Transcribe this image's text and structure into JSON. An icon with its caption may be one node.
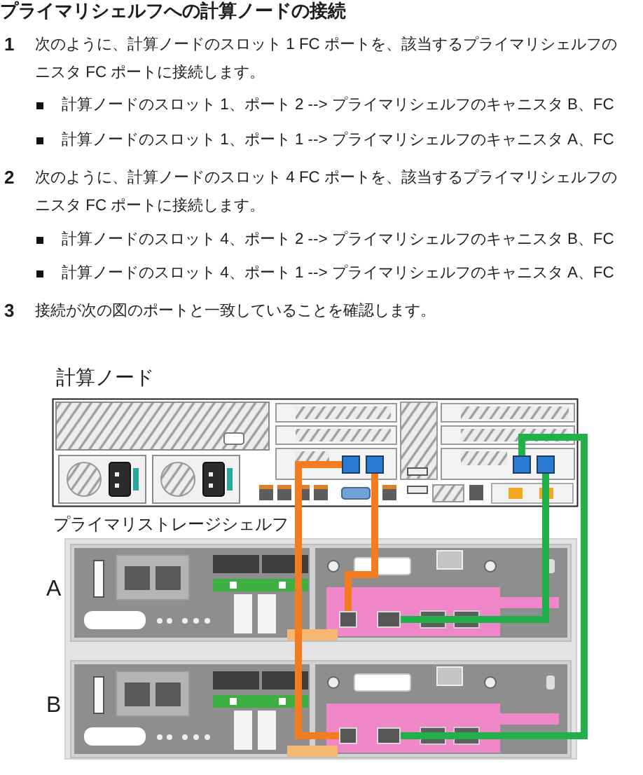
{
  "diagram": {
    "title": "プライマリシェルフへの計算ノードの接続",
    "nodes": [
      {
        "text": [
          "計算ノード"
        ]
      },
      {
        "text": [],
        "shape": "box",
        "in": 0
      },
      {
        "text": [],
        "shape": "box",
        "in": 0
      },
      {
        "text": [],
        "shape": "box",
        "in": 0
      },
      {
        "text": [],
        "shape": "box",
        "in": 0
      },
      {
        "text": [
          "プライマリストレージシェルフ"
        ]
      },
      {
        "text": [
          "A"
        ],
        "in": 5
      },
      {
        "text": [],
        "shape": "box",
        "in": 6
      },
      {
        "text": [],
        "shape": "box",
        "in": 6
      },
      {
        "text": [
          "B"
        ],
        "in": 5
      },
      {
        "text": [],
        "shape": "box",
        "in": 9
      },
      {
        "text": [],
        "shape": "box",
        "in": 9
      }
    ],
    "edges": [
      {
        "from": 1,
        "to": 10,
        "arrow": "none",
        "color": "#f47b20"
      },
      {
        "from": 2,
        "to": 7,
        "arrow": "none",
        "color": "#f47b20"
      },
      {
        "from": 3,
        "to": 11,
        "arrow": "none",
        "color": "#22b04b"
      },
      {
        "from": 4,
        "to": 8,
        "arrow": "none",
        "color": "#22b04b"
      }
    ],
    "labels": [
      "1",
      "次のように、計算ノードのスロット 1 FC ポートを、該当するプライマリシェルフのニスタ FC ポートに接続します。",
      "計算ノードのスロット 1、ポート 2 --> プライマリシェルフのキャニスタ B、FC",
      "計算ノードのスロット 1、ポート 1 --> プライマリシェルフのキャニスタ A、FC",
      "2",
      "次のように、計算ノードのスロット 4 FC ポートを、該当するプライマリシェルフのニスタ FC ポートに接続します。",
      "計算ノードのスロット 4、ポート 2 --> プライマリシェルフのキャニスタ B、FC",
      "計算ノードのスロット 4、ポート 1 --> プライマリシェルフのキャニスタ A、FC",
      "3",
      "接続が次の図のポートと一致していることを確認します。"
    ]
  }
}
